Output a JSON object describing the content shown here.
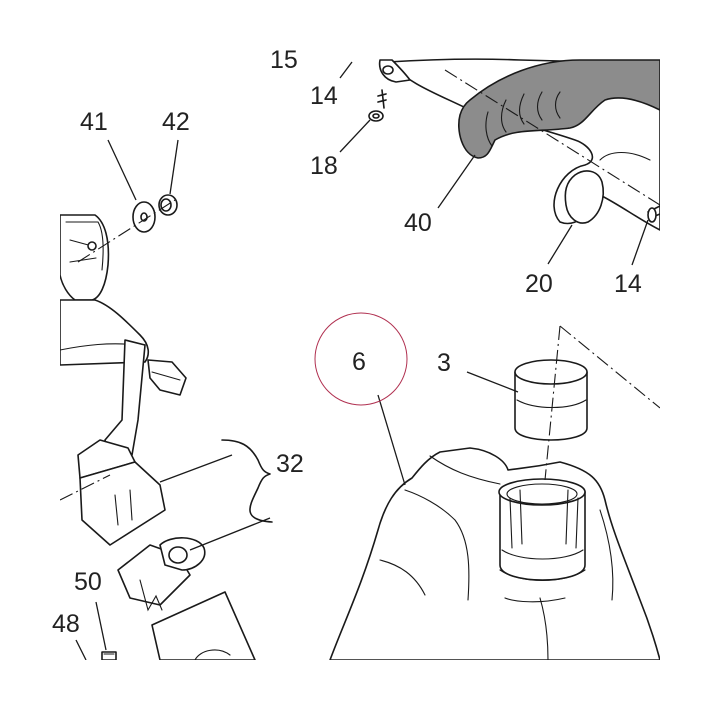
{
  "parts": {
    "p15": "15",
    "p14a": "14",
    "p18": "18",
    "p40": "40",
    "p41": "41",
    "p42": "42",
    "p20": "20",
    "p14b": "14",
    "p6": "6",
    "p3": "3",
    "p32": "32",
    "p50": "50",
    "p48": "48"
  },
  "highlight": {
    "part": "6",
    "ring_color": "#b03050"
  },
  "colors": {
    "line": "#1a1a1a",
    "grip_fill": "#8c8c8c",
    "background": "#ffffff"
  }
}
